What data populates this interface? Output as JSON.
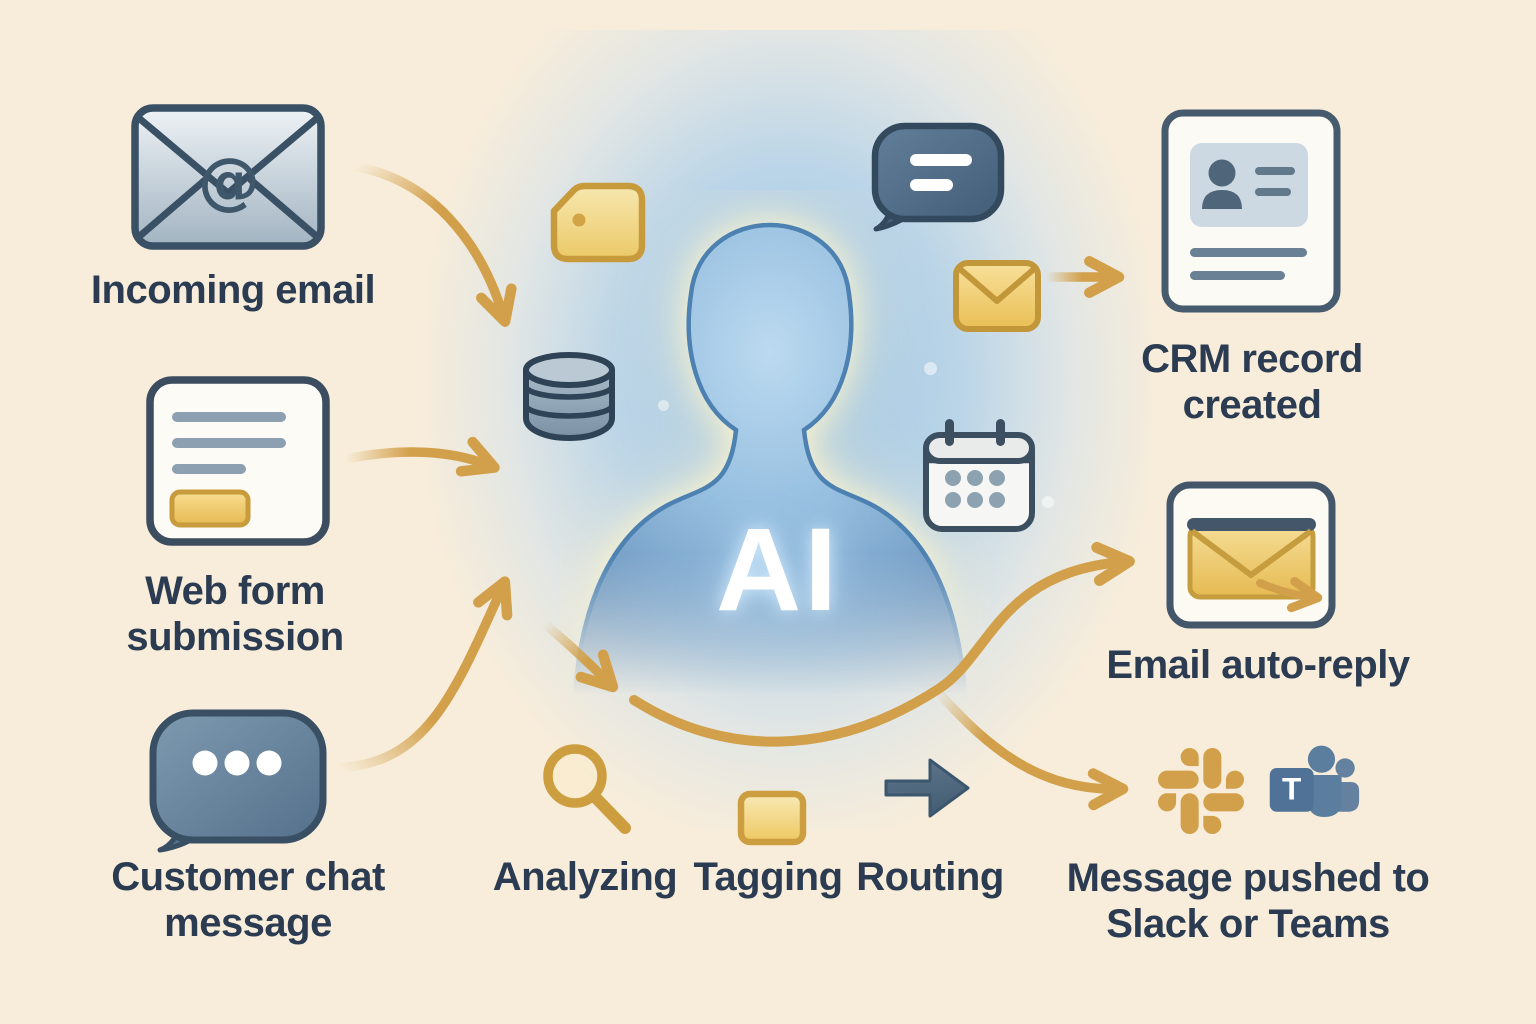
{
  "theme": {
    "bg": "#f8edda",
    "text": "#2b3b51",
    "gold": "#d2a04a",
    "slate": "#32495e",
    "ai_blue": "#7fa9cf",
    "glow": "#fdf3cf"
  },
  "inputs": [
    {
      "id": "incoming-email",
      "icon": "email-at-icon",
      "label": "Incoming email"
    },
    {
      "id": "web-form",
      "icon": "web-form-icon",
      "label": "Web form submission"
    },
    {
      "id": "customer-chat",
      "icon": "chat-bubble-icon",
      "label": "Customer chat message"
    }
  ],
  "center": {
    "ai_label": "AI",
    "floating_icons": [
      "tag-icon",
      "database-icon",
      "message-bubble-icon",
      "envelope-icon",
      "calendar-icon"
    ]
  },
  "process_steps": [
    {
      "id": "analyzing",
      "icon": "magnifier-icon",
      "label": "Analyzing"
    },
    {
      "id": "tagging",
      "icon": "tag-rect-icon",
      "label": "Tagging"
    },
    {
      "id": "routing",
      "icon": "arrow-right-icon",
      "label": "Routing"
    }
  ],
  "outputs": [
    {
      "id": "crm-record",
      "icon": "crm-card-icon",
      "label": "CRM record created"
    },
    {
      "id": "email-auto-reply",
      "icon": "email-send-icon",
      "label": "Email auto-reply"
    },
    {
      "id": "slack-teams",
      "icons": [
        "slack-icon",
        "teams-icon"
      ],
      "teams_letter": "T",
      "label": "Message pushed to Slack or Teams"
    }
  ]
}
